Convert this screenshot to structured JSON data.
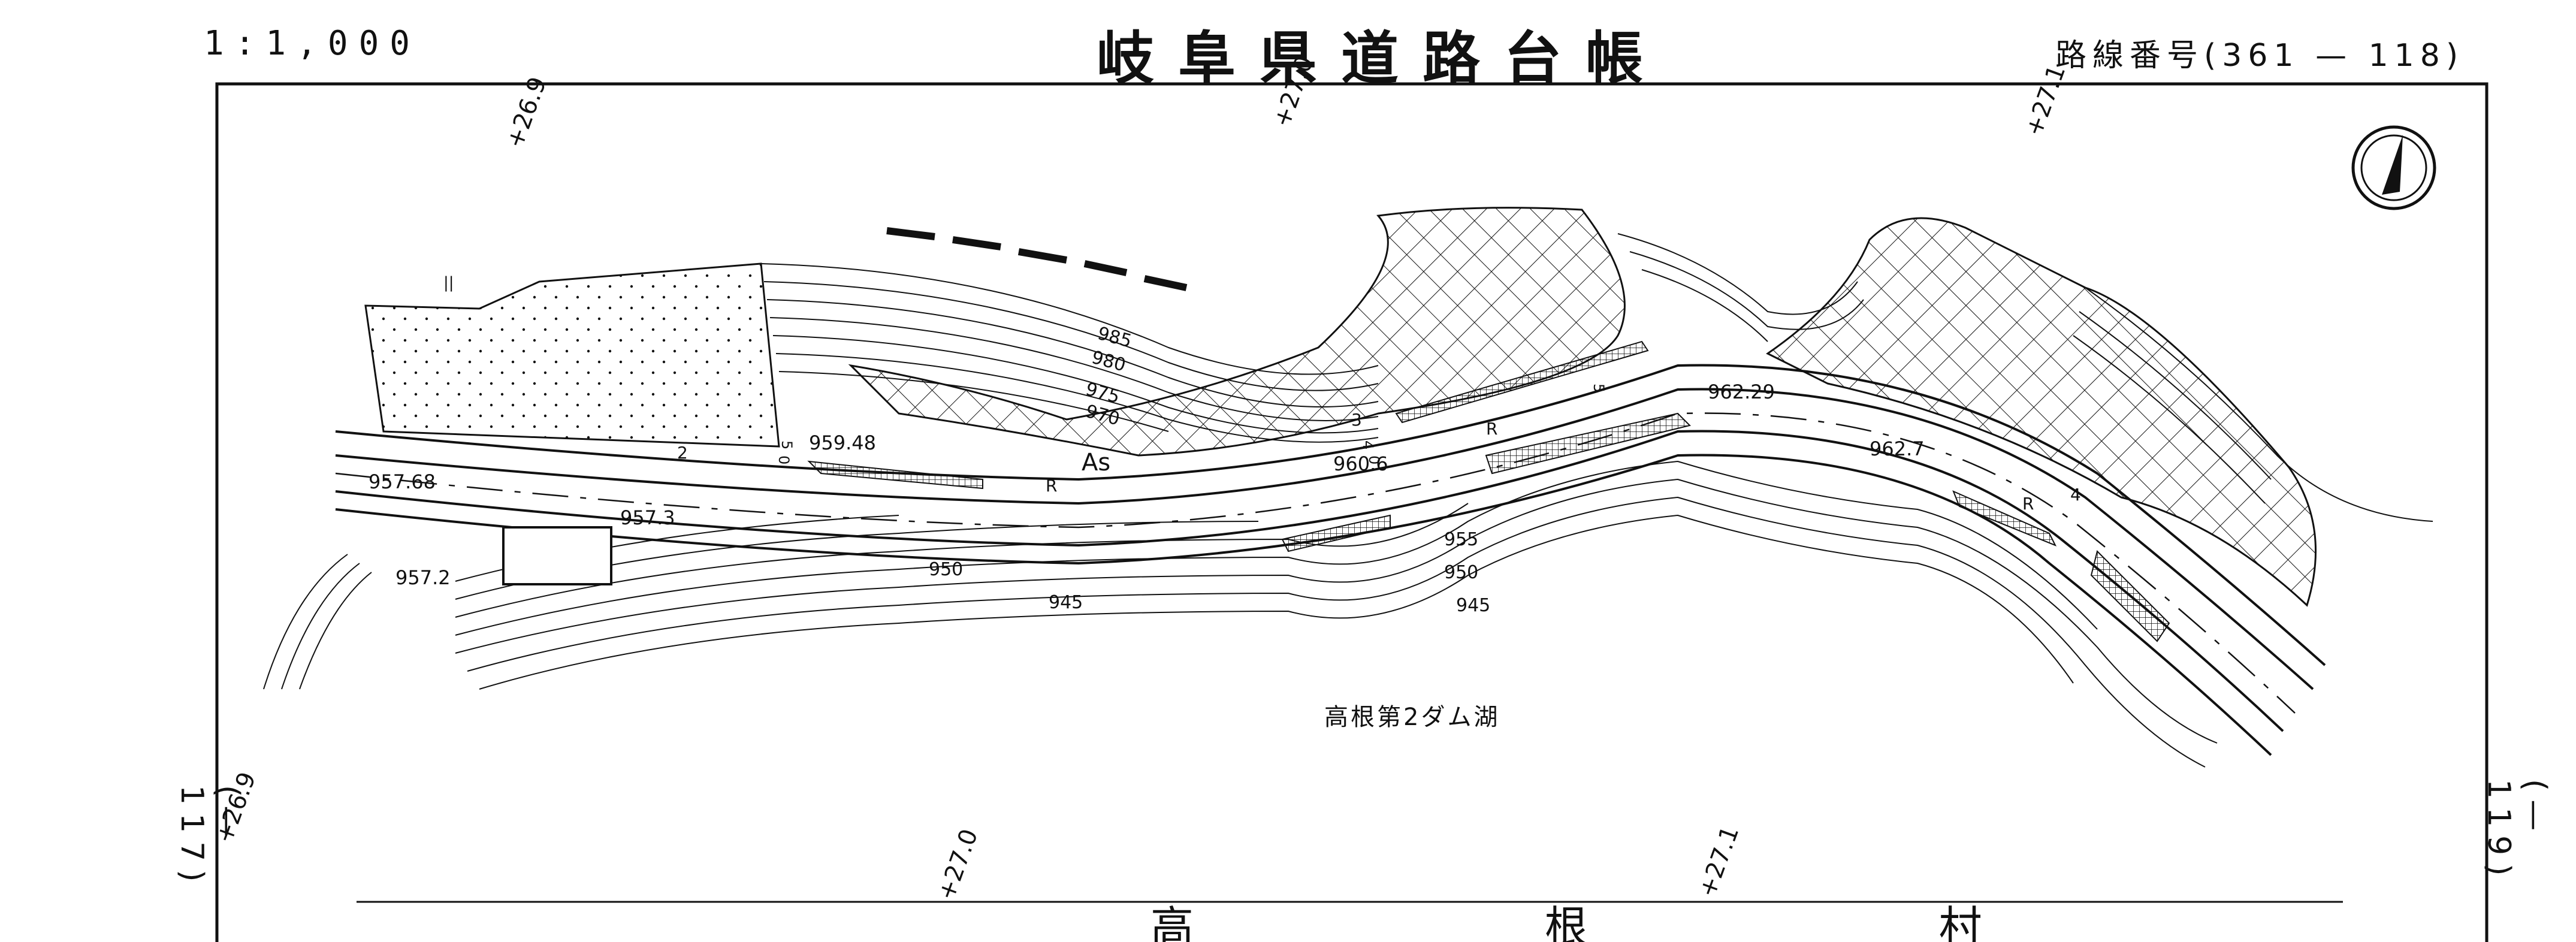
{
  "header": {
    "scale": "1:1,000",
    "title": "岐阜県道路台帳",
    "route_number": "路線番号(361 — 118)"
  },
  "side_labels": {
    "left": "(— 117)",
    "right": "(— 119)"
  },
  "map": {
    "grid_marks": [
      "+26.9",
      "+27.0",
      "+27.1",
      "+26.9",
      "+27.0",
      "+27.1"
    ],
    "elevations": [
      "959.48",
      "957.68",
      "957.3",
      "957.2",
      "960.6",
      "962.29",
      "962.7"
    ],
    "contours": [
      "985",
      "980",
      "975",
      "970",
      "955",
      "950",
      "945",
      "950",
      "945"
    ],
    "road_labels": [
      "As",
      "R",
      "R",
      "R"
    ],
    "stations": [
      "2",
      "3",
      "4",
      "5",
      "0",
      "4",
      "0",
      "5"
    ],
    "lake_name": "高根第2ダム湖",
    "village_name": "高  根  村",
    "misc": "||"
  },
  "colors": {
    "ink": "#111111",
    "paper": "#ffffff"
  }
}
